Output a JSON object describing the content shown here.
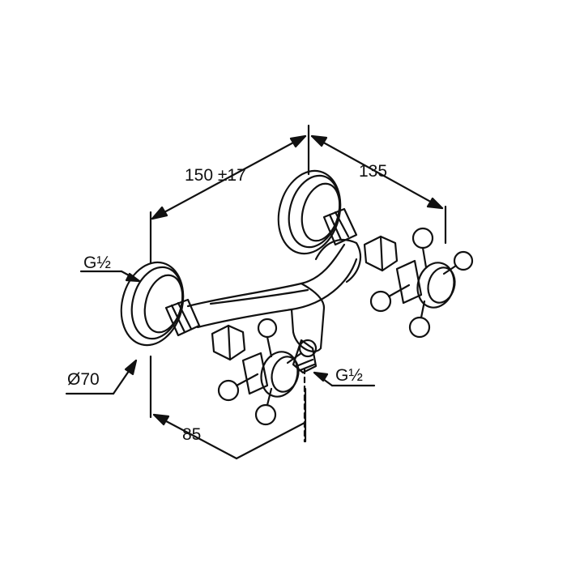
{
  "diagram": {
    "dimensions": {
      "width_label": "150 ±17",
      "depth_label": "135",
      "inlet_thread_left": "G½",
      "outlet_thread_right": "G½",
      "flange_diameter": "Ø70",
      "projection_label": "85"
    },
    "colors": {
      "line": "#111111",
      "background": "#ffffff"
    }
  }
}
